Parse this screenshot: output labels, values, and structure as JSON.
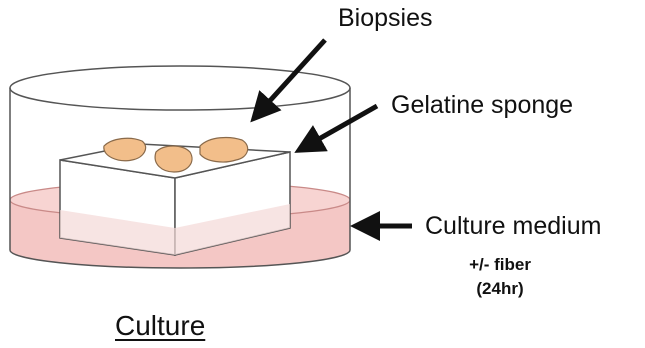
{
  "labels": {
    "biopsies": "Biopsies",
    "gelatine_sponge": "Gelatine sponge",
    "culture_medium": "Culture medium",
    "fiber": "+/- fiber",
    "duration": "(24hr)",
    "caption": "Culture"
  },
  "colors": {
    "medium_fill": "#f4c7c5",
    "biopsy_fill": "#f2be8a",
    "outline": "#555555",
    "arrow": "#111111"
  },
  "icons": {
    "arrow": "arrow-icon",
    "dish": "petri-dish-icon"
  }
}
